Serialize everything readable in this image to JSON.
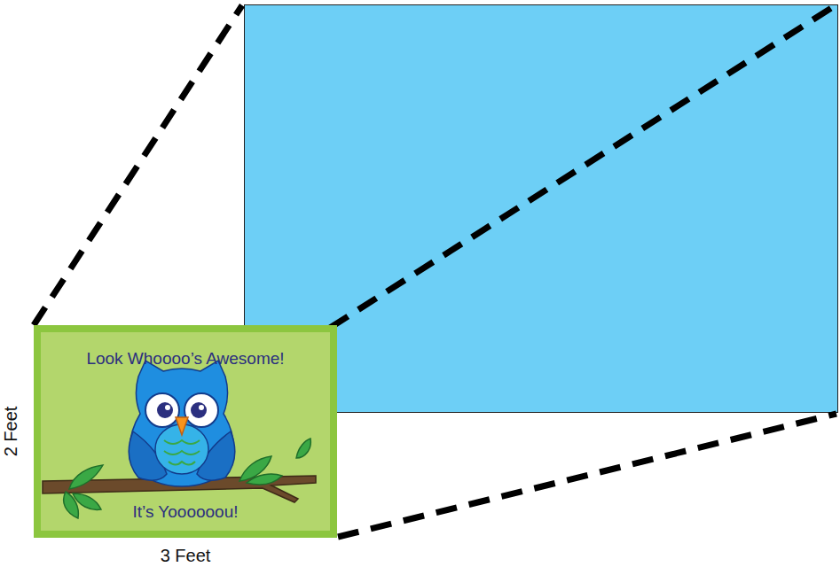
{
  "diagram": {
    "nodes": [
      {
        "text": [
          "Look Whoooo’s Awesome!",
          "It’s Yoooooou!"
        ]
      }
    ],
    "labels": [
      "2 Feet",
      "3 Feet"
    ]
  }
}
